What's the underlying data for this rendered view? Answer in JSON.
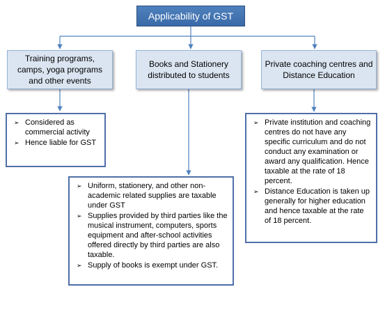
{
  "title": "Applicability of GST",
  "categories": [
    {
      "label": "Training programs, camps, yoga programs and other events"
    },
    {
      "label": "Books and Stationery distributed to students"
    },
    {
      "label": "Private coaching centres and Distance Education"
    }
  ],
  "details": [
    {
      "items": [
        "Considered as commercial activity",
        "Hence liable for GST"
      ]
    },
    {
      "items": [
        "Uniform, stationery, and other non-academic related supplies are taxable under GST",
        "Supplies provided by third parties like the musical instrument, computers, sports equipment and after-school activities offered directly by third parties are also taxable.",
        "Supply of books is exempt under GST."
      ]
    },
    {
      "items": [
        "Private institution and coaching centres do not have any specific curriculum and do not conduct any examination or award any qualification. Hence taxable at the rate of 18 percent.",
        "Distance Education is taken up generally for higher education and hence taxable at the rate of 18 percent."
      ]
    }
  ],
  "bullet_glyph": "➢",
  "colors": {
    "title_fill": "#4f81bd",
    "category_fill": "#dbe5f1",
    "detail_border": "#4f6fa8",
    "connector": "#4f81bd"
  }
}
